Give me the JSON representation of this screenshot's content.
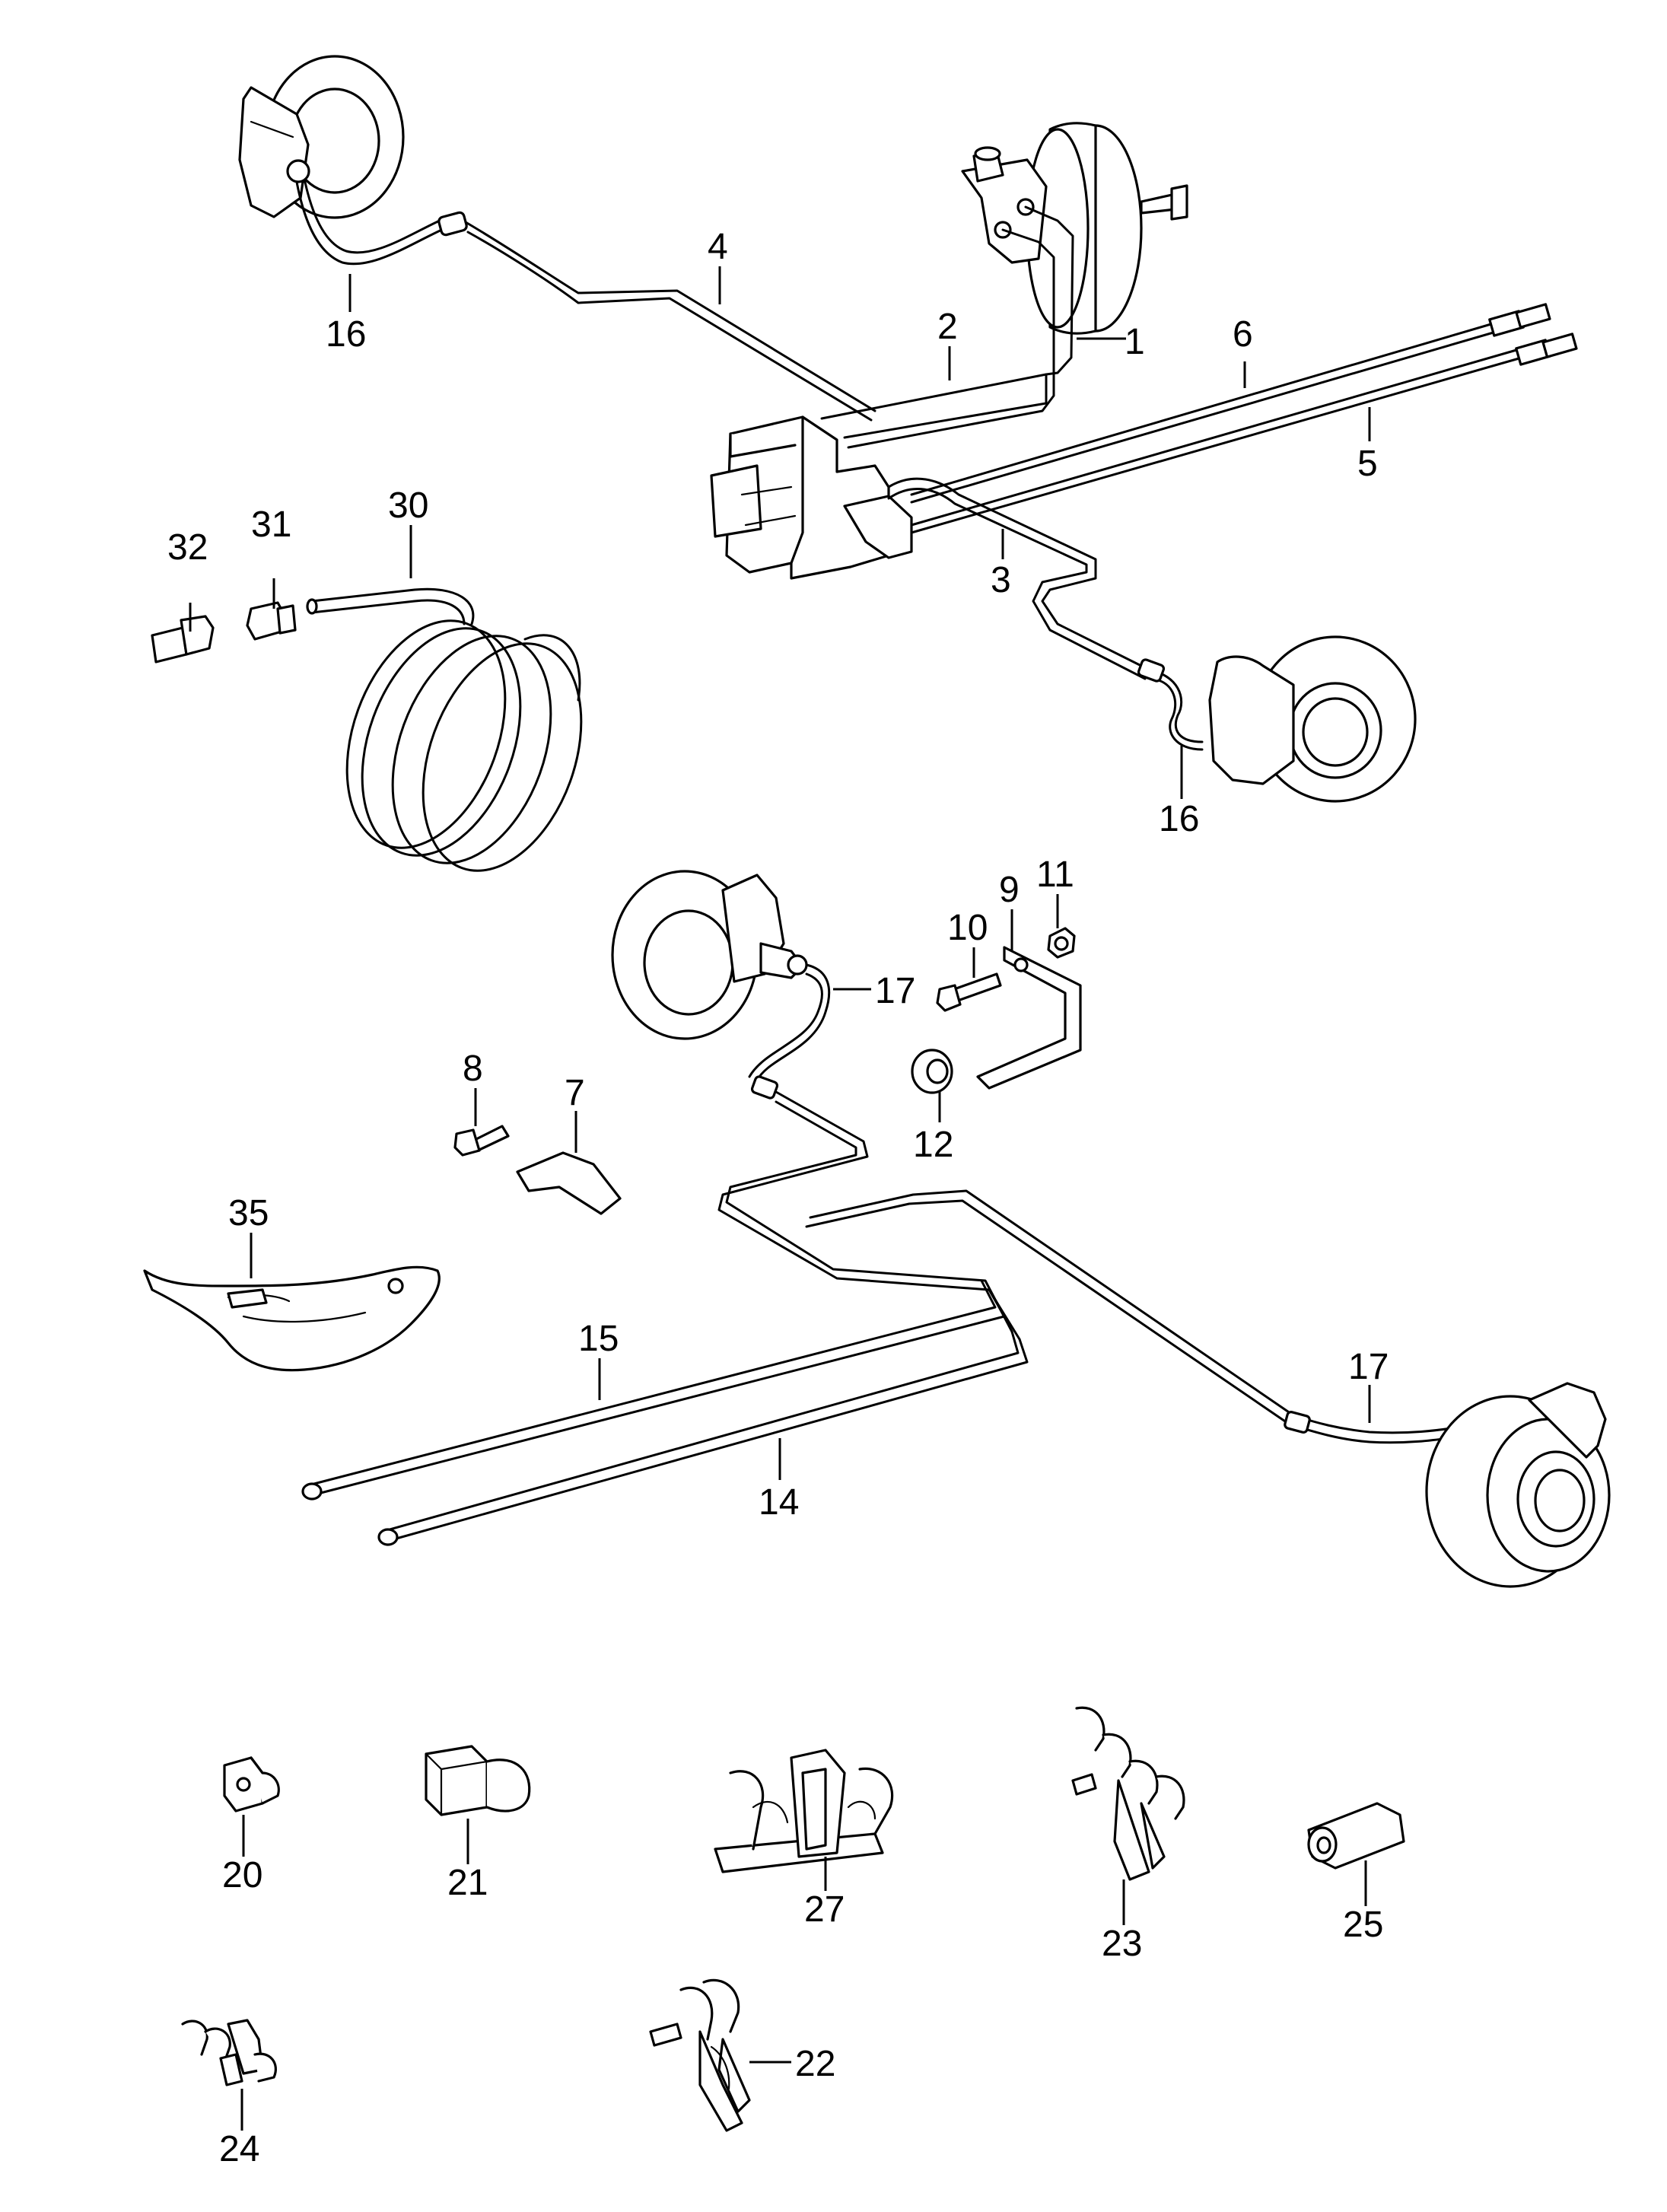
{
  "diagram": {
    "callouts": {
      "c1": "1",
      "c2": "2",
      "c3": "3",
      "c4": "4",
      "c5": "5",
      "c6": "6",
      "c7": "7",
      "c8": "8",
      "c9": "9",
      "c10": "10",
      "c11": "11",
      "c12": "12",
      "c14": "14",
      "c15": "15",
      "c16a": "16",
      "c16b": "16",
      "c17a": "17",
      "c17b": "17",
      "c20": "20",
      "c21": "21",
      "c22": "22",
      "c23": "23",
      "c24": "24",
      "c25": "25",
      "c27": "27",
      "c30": "30",
      "c31": "31",
      "c32": "32",
      "c35": "35"
    }
  }
}
